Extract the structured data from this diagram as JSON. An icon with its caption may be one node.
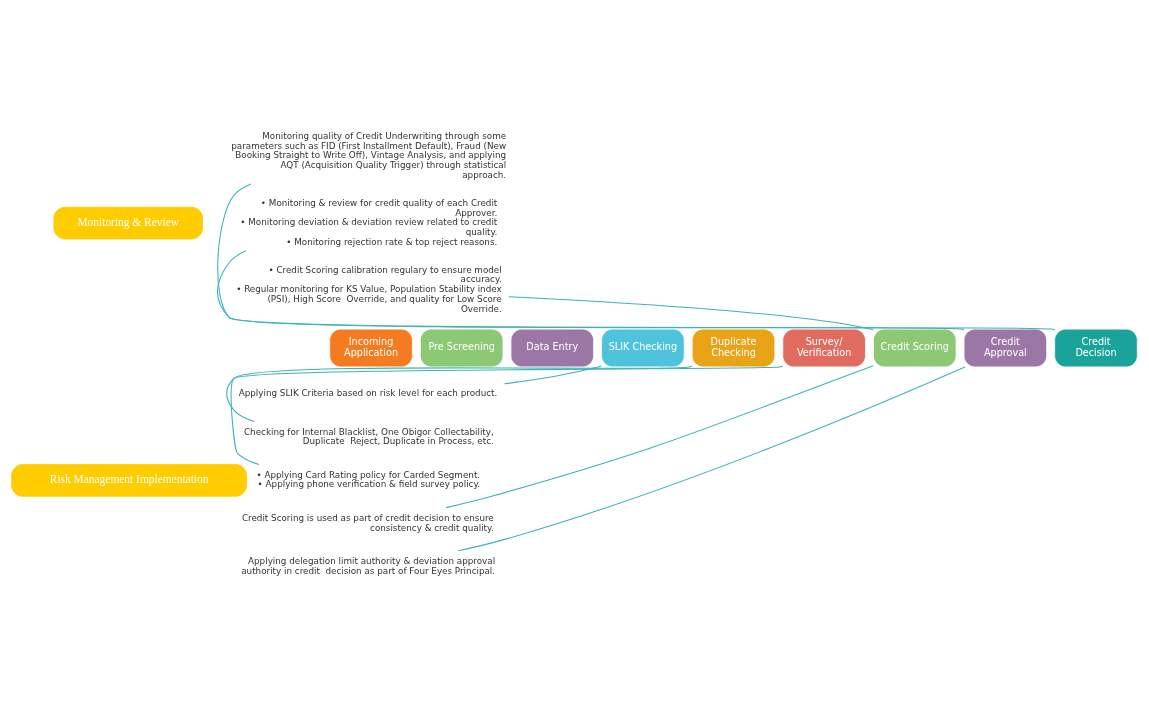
{
  "diagram": {
    "nodes": [
      {
        "text": [
          "Monitoring & Review"
        ]
      },
      {
        "text": [
          "Risk Management Implementation"
        ]
      },
      {
        "text": [
          "Incoming Application"
        ]
      },
      {
        "text": [
          "Pre Screening"
        ]
      },
      {
        "text": [
          "Data Entry"
        ]
      },
      {
        "text": [
          "SLIK Checking"
        ]
      },
      {
        "text": [
          "Duplicate Checking"
        ]
      },
      {
        "text": [
          "Survey/ Verification"
        ]
      },
      {
        "text": [
          "Credit Scoring"
        ]
      },
      {
        "text": [
          "Credit Approval"
        ]
      },
      {
        "text": [
          "Credit Decision"
        ]
      },
      {
        "text": [
          "Monitoring quality of Credit Underwriting through some parameters such as FID (First Installment Default), Fraud (New Booking Straight to Write Off), Vintage Analysis, and applying AQT (Acquisition Quality Trigger) through statistical approach."
        ]
      },
      {
        "text": [
          "• Monitoring & review for credit quality of each Credit Approver.",
          "• Monitoring deviation & deviation review related to credit quality.",
          "• Monitoring rejection rate & top reject reasons."
        ]
      },
      {
        "text": [
          "• Credit Scoring calibration regulary to ensure model accuracy.",
          "• Regular monitoring for KS Value, Population Stability index (PSI), High Score  Override, and quality for Low Score Override."
        ]
      },
      {
        "text": [
          "Applying SLIK Criteria based on risk level for each product."
        ]
      },
      {
        "text": [
          "Checking for Internal Blacklist, One Obigor Collectability, Duplicate  Reject, Duplicate in Process, etc."
        ]
      },
      {
        "text": [
          "• Applying Card Rating policy for Carded Segment.",
          "• Applying phone verification & field survey policy."
        ]
      },
      {
        "text": [
          "Credit Scoring is used as part of credit decision to ensure consistency & credit quality."
        ]
      },
      {
        "text": [
          "Applying delegation limit authority & deviation approval authority in credit  decision as part of Four Eyes Principal."
        ]
      }
    ],
    "edges": [
      {
        "from": 11,
        "to": 10,
        "arrow": "none"
      },
      {
        "from": 12,
        "to": 9,
        "arrow": "none"
      },
      {
        "from": 13,
        "to": 8,
        "arrow": "none"
      },
      {
        "from": 14,
        "to": 5,
        "arrow": "none"
      },
      {
        "from": 15,
        "to": 6,
        "arrow": "none"
      },
      {
        "from": 16,
        "to": 7,
        "arrow": "none"
      },
      {
        "from": 17,
        "to": 8,
        "arrow": "none"
      },
      {
        "from": 18,
        "to": 9,
        "arrow": "none"
      }
    ]
  }
}
